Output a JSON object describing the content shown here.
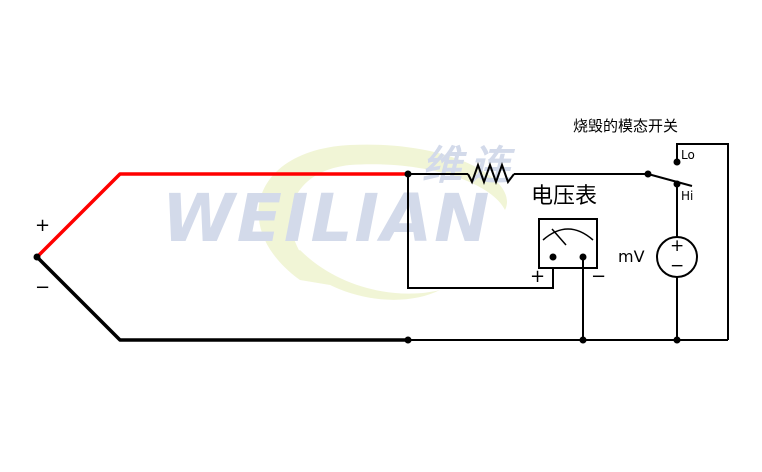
{
  "watermark": {
    "latin": "WEILIAN",
    "chinese": "维连",
    "text_color": "#d3daea",
    "swoosh_color": "#f1f5d6"
  },
  "thermocouple": {
    "plus_label": "+",
    "minus_label": "−",
    "positive_wire_color": "#ff0000",
    "negative_wire_color": "#000000"
  },
  "voltmeter": {
    "title": "电压表",
    "plus_label": "+",
    "minus_label": "−"
  },
  "switch": {
    "title": "烧毁的模态开关",
    "lo_label": "Lo",
    "hi_label": "Hi"
  },
  "source": {
    "unit_label": "mV",
    "plus_label": "+",
    "minus_label": "−"
  },
  "colors": {
    "wire": "#000000",
    "hot_wire": "#ff0000"
  }
}
